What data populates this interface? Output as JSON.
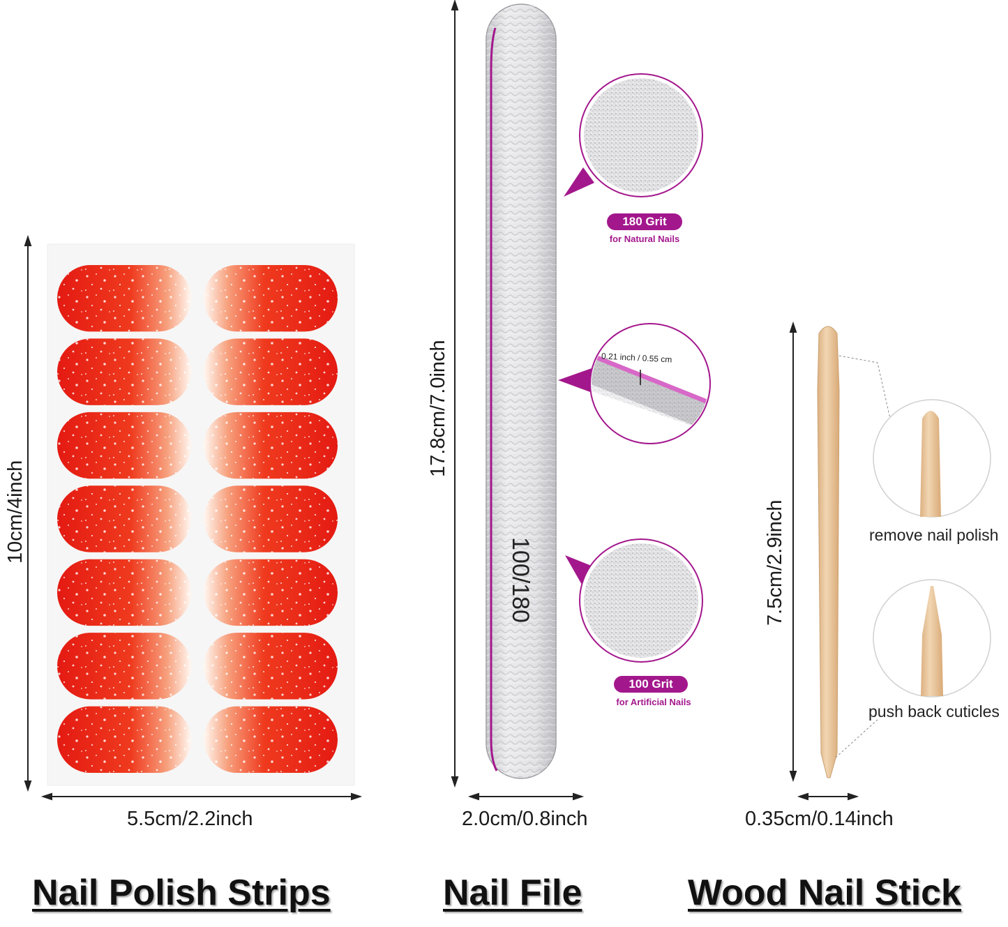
{
  "colors": {
    "accent": "#a3178c",
    "polish_red": "#e8140f",
    "wood": "#e9c9a0",
    "file_gray": "#d9d9dc"
  },
  "strips": {
    "width_label": "5.5cm/2.2inch",
    "height_label": "10cm/4inch",
    "title": "Nail Polish Strips",
    "rows": 7,
    "columns": 2
  },
  "file": {
    "length_label": "17.8cm/7.0inch",
    "width_label": "2.0cm/0.8inch",
    "printed_text": "100/180",
    "title": "Nail File",
    "grit_top": "180 Grit",
    "grit_top_sub": "for Natural Nails",
    "thickness_label": "0.21 inch / 0.55 cm",
    "grit_bottom": "100 Grit",
    "grit_bottom_sub": "for Artificial Nails"
  },
  "stick": {
    "length_label": "7.5cm/2.9inch",
    "width_label": "0.35cm/0.14inch",
    "title": "Wood Nail Stick",
    "use_top": "remove nail polish",
    "use_bottom": "push back cuticles"
  }
}
